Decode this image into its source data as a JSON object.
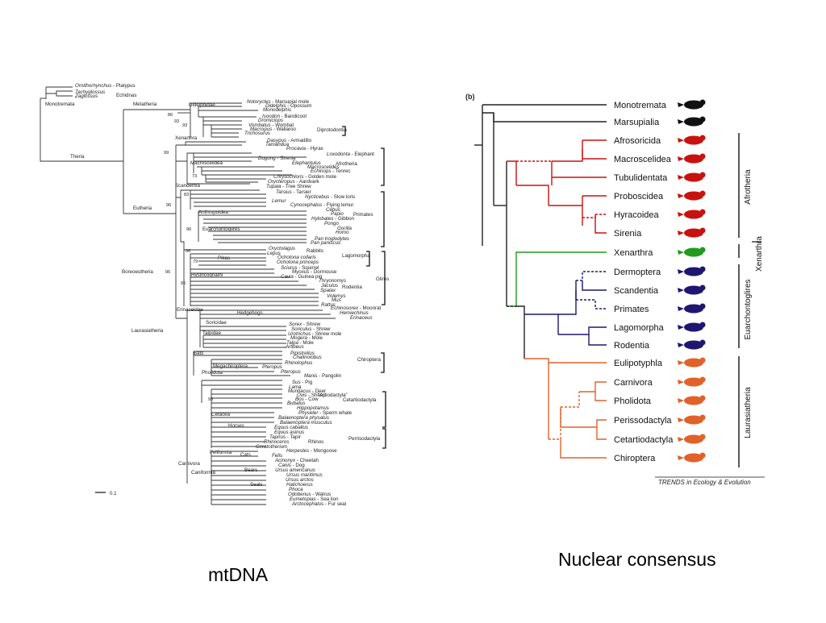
{
  "captions": {
    "left": "mtDNA",
    "right": "Nuclear consensus"
  },
  "colors": {
    "afrotheria": "#c8120f",
    "xenarthra": "#219a1f",
    "euarchontoglires": "#1f1670",
    "laurasiatheria": "#e0622a"
  },
  "mtdna": {
    "scale_label": "0.1",
    "labels": [
      {
        "text": "Ornithorhynchus - Platypus",
        "italic": "Ornithorhynchus"
      },
      {
        "text": "Tachyglossus",
        "italic": "Tachyglossus"
      },
      {
        "text": "Zaglossus",
        "italic": "Zaglossus"
      },
      {
        "text": "Echidnas"
      },
      {
        "text": "Monotremata"
      },
      {
        "text": "Metatheria"
      },
      {
        "text": "Didelphidae"
      },
      {
        "text": "Notoryctes - Marsupial mole",
        "italic": "Notoryctes"
      },
      {
        "text": "Didelphis - Opossum",
        "italic": "Didelphis"
      },
      {
        "text": "Monodelphis",
        "italic": "Monodelphis"
      },
      {
        "text": "86"
      },
      {
        "text": "Isoodon - Bandicoot",
        "italic": "Isoodon"
      },
      {
        "text": "93"
      },
      {
        "text": "Dromiciops",
        "italic": "Dromiciops"
      },
      {
        "text": "93"
      },
      {
        "text": "Vombatus - Wombat",
        "italic": "Vombatus"
      },
      {
        "text": "Macropus - Wallaroo",
        "italic": "Macropus"
      },
      {
        "text": "Diprotodontia"
      },
      {
        "text": "Trichosurus",
        "italic": "Trichosurus"
      },
      {
        "text": "Xenarthra"
      },
      {
        "text": "Dasypus - Armadillo",
        "italic": "Dasypus"
      },
      {
        "text": "Tamandua",
        "italic": "Tamandua"
      },
      {
        "text": "Theria"
      },
      {
        "text": "99"
      },
      {
        "text": "Procavia - Hyrax",
        "italic": "Procavia"
      },
      {
        "text": "Loxodonta - Elephant",
        "italic": "Loxodonta"
      },
      {
        "text": "Dugong - Sirenia",
        "italic": "Dugong"
      },
      {
        "text": "Afrotheria"
      },
      {
        "text": "Macroscelidea"
      },
      {
        "text": "Elephantulus",
        "italic": "Elephantulus"
      },
      {
        "text": "Macroscelides",
        "italic": "Macroscelides"
      },
      {
        "text": "Echinops - Tenrec",
        "italic": "Echinops"
      },
      {
        "text": "73"
      },
      {
        "text": "Chrysochloris - Golden mole",
        "italic": "Chrysochloris"
      },
      {
        "text": "Orycteropus - Aardvark",
        "italic": "Orycteropus"
      },
      {
        "text": "Scandentia"
      },
      {
        "text": "Tupaia - Tree Shrew",
        "italic": "Tupaia"
      },
      {
        "text": "Tarsius - Tarsier",
        "italic": "Tarsius"
      },
      {
        "text": "83"
      },
      {
        "text": "Nycticebus - Slow loris",
        "italic": "Nycticebus"
      },
      {
        "text": "Lemur",
        "italic": "Lemur"
      },
      {
        "text": "Cynocephalus - Flying lemur",
        "italic": "Cynocephalus"
      },
      {
        "text": "Eutheria"
      },
      {
        "text": "96"
      },
      {
        "text": "Anthropoidea"
      },
      {
        "text": "Cebus",
        "italic": "Cebus"
      },
      {
        "text": "Papio",
        "italic": "Papio"
      },
      {
        "text": "Primates"
      },
      {
        "text": "Hylobates - Gibbon",
        "italic": "Hylobates"
      },
      {
        "text": "Pongo",
        "italic": "Pongo"
      },
      {
        "text": "Euarchontoglires"
      },
      {
        "text": "96"
      },
      {
        "text": "Gorilla",
        "italic": "Gorilla"
      },
      {
        "text": "Homo",
        "italic": "Homo"
      },
      {
        "text": "Pan troglodytes",
        "italic": "Pan troglodytes"
      },
      {
        "text": "Pan paniscus",
        "italic": "Pan paniscus"
      },
      {
        "text": "96"
      },
      {
        "text": "Oryctolagus",
        "italic": "Oryctolagus"
      },
      {
        "text": "Rabbits"
      },
      {
        "text": "Lepus",
        "italic": "Lepus"
      },
      {
        "text": "Pikas"
      },
      {
        "text": "Ochotona collaris",
        "italic": "Ochotona collaris"
      },
      {
        "text": "Lagomorpha"
      },
      {
        "text": "79"
      },
      {
        "text": "Ochotona princeps",
        "italic": "Ochotona princeps"
      },
      {
        "text": "Boreoeutheria"
      },
      {
        "text": "96"
      },
      {
        "text": "Sciurus - Squirrel",
        "italic": "Sciurus"
      },
      {
        "text": "Hystricognathi"
      },
      {
        "text": "Myoxus - Dormouse",
        "italic": "Myoxus"
      },
      {
        "text": "Cavia - Guinea pig",
        "italic": "Cavia"
      },
      {
        "text": "Glires"
      },
      {
        "text": "Thryonomys",
        "italic": "Thryonomys"
      },
      {
        "text": "96"
      },
      {
        "text": "Jaculus",
        "italic": "Jaculus"
      },
      {
        "text": "Rodentia"
      },
      {
        "text": "Spalax",
        "italic": "Spalax"
      },
      {
        "text": "Volemys",
        "italic": "Volemys"
      },
      {
        "text": "Mus",
        "italic": "Mus"
      },
      {
        "text": "Rattus",
        "italic": "Rattus"
      },
      {
        "text": "Erinaceidae"
      },
      {
        "text": "Echinosorex - Moonrat",
        "italic": "Echinosorex"
      },
      {
        "text": "Hedgehogs"
      },
      {
        "text": "Hemiechinus",
        "italic": "Hemiechinus"
      },
      {
        "text": "Erinaceus",
        "italic": "Erinaceus"
      },
      {
        "text": "Soricidae"
      },
      {
        "text": "Sorex - Shrew",
        "italic": "Sorex"
      },
      {
        "text": "Laurasiatheria"
      },
      {
        "text": "Soriculus - Shrew",
        "italic": "Soriculus"
      },
      {
        "text": "Talpidae"
      },
      {
        "text": "Urotrichus - Shrew mole",
        "italic": "Urotrichus"
      },
      {
        "text": "Mogera - Mole",
        "italic": "Mogera"
      },
      {
        "text": "Talpa - Mole",
        "italic": "Talpa"
      },
      {
        "text": "Artibeus",
        "italic": "Artibeus"
      },
      {
        "text": "Bats"
      },
      {
        "text": "Pipistrellus",
        "italic": "Pipistrellus"
      },
      {
        "text": "Chalinolobus",
        "italic": "Chalinolobus"
      },
      {
        "text": "Chiroptera"
      },
      {
        "text": "Rhinolophus",
        "italic": "Rhinolophus"
      },
      {
        "text": "Megachiroptera"
      },
      {
        "text": "Pteropus",
        "italic": "Pteropus"
      },
      {
        "text": "Pholidota"
      },
      {
        "text": "Pteropus",
        "italic": "Pteropus"
      },
      {
        "text": "Manis - Pangolin",
        "italic": "Manis"
      },
      {
        "text": "Sus - Pig",
        "italic": "Sus"
      },
      {
        "text": "Lama",
        "italic": "Lama"
      },
      {
        "text": "Muntiacus - Deer",
        "italic": "Muntiacus"
      },
      {
        "text": "Ovis - Sheep",
        "italic": "Ovis"
      },
      {
        "text": "\"Artiodactyla\""
      },
      {
        "text": "98"
      },
      {
        "text": "Bos - Cow",
        "italic": "Bos"
      },
      {
        "text": "Cetartiodactyla"
      },
      {
        "text": "Bubalus",
        "italic": "Bubalus"
      },
      {
        "text": "Hippopotamus",
        "italic": "Hippopotamus"
      },
      {
        "text": "Cetacea"
      },
      {
        "text": "Physeter - Sperm whale",
        "italic": "Physeter"
      },
      {
        "text": "Balaenoptera physalus",
        "italic": "Balaenoptera physalus"
      },
      {
        "text": "Balaenoptera musculus",
        "italic": "Balaenoptera musculus"
      },
      {
        "text": "Horses"
      },
      {
        "text": "Equus caballus",
        "italic": "Equus caballus"
      },
      {
        "text": "Equus asinus",
        "italic": "Equus asinus"
      },
      {
        "text": "Perrisodactyla"
      },
      {
        "text": "Tapirus - Tapir",
        "italic": "Tapirus"
      },
      {
        "text": "Rhinoceros",
        "italic": "Rhinoceros"
      },
      {
        "text": "Rhinos"
      },
      {
        "text": "Ceratotherium",
        "italic": "Ceratotherium"
      },
      {
        "text": "Feliformia"
      },
      {
        "text": "Herpestes - Mongoose",
        "italic": "Herpestes"
      },
      {
        "text": "Cats"
      },
      {
        "text": "Felis",
        "italic": "Felis"
      },
      {
        "text": "Carnivora"
      },
      {
        "text": "Acinonyx - Cheetah",
        "italic": "Acinonyx"
      },
      {
        "text": "Canis - Dog",
        "italic": "Canis"
      },
      {
        "text": "Caniformia"
      },
      {
        "text": "Bears"
      },
      {
        "text": "Ursus americanus",
        "italic": "Ursus americanus"
      },
      {
        "text": "Ursus maritimus",
        "italic": "Ursus maritimus"
      },
      {
        "text": "Ursus arctos",
        "italic": "Ursus arctos"
      },
      {
        "text": "Seals"
      },
      {
        "text": "Halichoerus",
        "italic": "Halichoerus"
      },
      {
        "text": "Phoca",
        "italic": "Phoca"
      },
      {
        "text": "Odobenus - Walrus",
        "italic": "Odobenus"
      },
      {
        "text": "Eumetopias - Sea lion",
        "italic": "Eumetopias"
      },
      {
        "text": "Arctocephalus - Fur seal",
        "italic": "Arctocephalus"
      }
    ]
  },
  "nuclear": {
    "panel_label": "(b)",
    "credit": "TRENDS in Ecology & Evolution",
    "taxa": [
      {
        "name": "Monotremata",
        "group": "none",
        "icon": "platypus-icon"
      },
      {
        "name": "Marsupialia",
        "group": "none",
        "icon": "kangaroo-icon"
      },
      {
        "name": "Afrosoricida",
        "group": "afrotheria",
        "icon": "golden-mole-icon"
      },
      {
        "name": "Macroscelidea",
        "group": "afrotheria",
        "icon": "elephant-shrew-icon"
      },
      {
        "name": "Tubulidentata",
        "group": "afrotheria",
        "icon": "aardvark-icon"
      },
      {
        "name": "Proboscidea",
        "group": "afrotheria",
        "icon": "elephant-icon"
      },
      {
        "name": "Hyracoidea",
        "group": "afrotheria",
        "icon": "hyrax-icon"
      },
      {
        "name": "Sirenia",
        "group": "afrotheria",
        "icon": "dugong-icon"
      },
      {
        "name": "Xenarthra",
        "group": "xenarthra",
        "icon": "armadillo-icon"
      },
      {
        "name": "Dermoptera",
        "group": "euarchontoglires",
        "icon": "flying-lemur-icon"
      },
      {
        "name": "Scandentia",
        "group": "euarchontoglires",
        "icon": "tree-shrew-icon"
      },
      {
        "name": "Primates",
        "group": "euarchontoglires",
        "icon": "primate-icon"
      },
      {
        "name": "Lagomorpha",
        "group": "euarchontoglires",
        "icon": "rabbit-icon"
      },
      {
        "name": "Rodentia",
        "group": "euarchontoglires",
        "icon": "rodent-icon"
      },
      {
        "name": "Eulipotyphla",
        "group": "laurasiatheria",
        "icon": "shrew-icon"
      },
      {
        "name": "Carnivora",
        "group": "laurasiatheria",
        "icon": "cat-icon"
      },
      {
        "name": "Pholidota",
        "group": "laurasiatheria",
        "icon": "pangolin-icon"
      },
      {
        "name": "Perissodactyla",
        "group": "laurasiatheria",
        "icon": "horse-icon"
      },
      {
        "name": "Cetartiodactyla",
        "group": "laurasiatheria",
        "icon": "pig-whale-icon"
      },
      {
        "name": "Chiroptera",
        "group": "laurasiatheria",
        "icon": "bat-icon"
      }
    ],
    "clades": [
      "Afrotheria",
      "Xenarthra",
      "Euarchontoglires",
      "Laurasiatheria"
    ]
  }
}
